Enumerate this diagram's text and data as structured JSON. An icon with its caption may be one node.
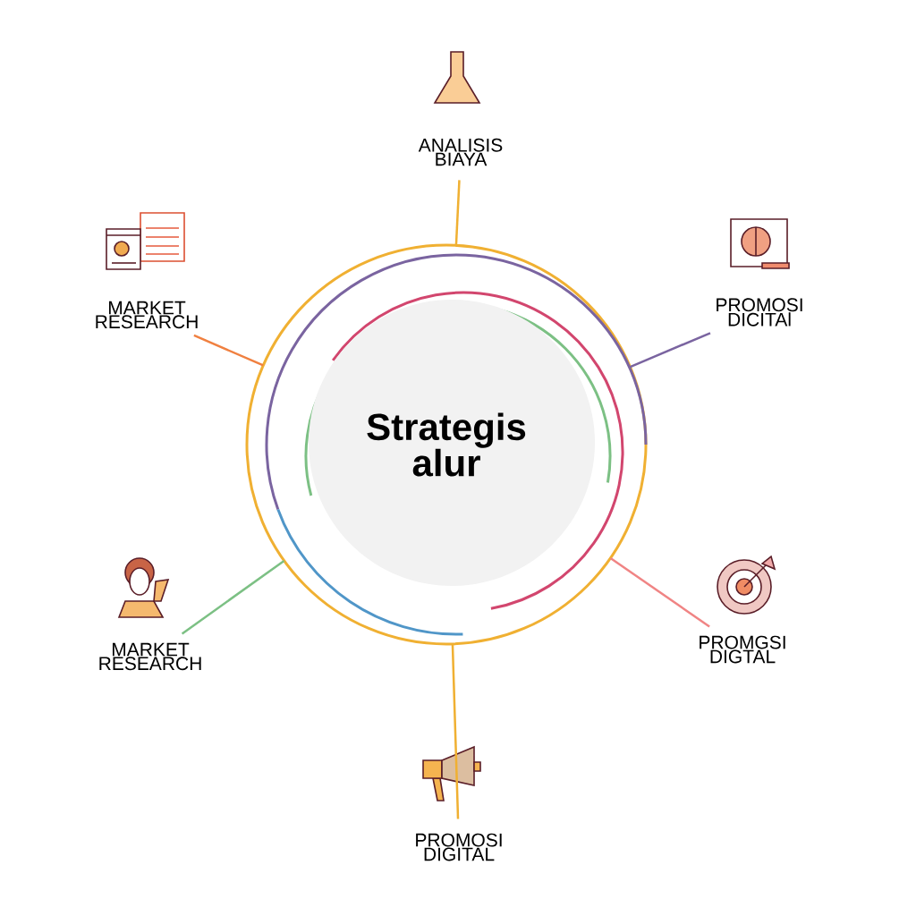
{
  "diagram": {
    "nodes": [
      {
        "text": [
          "Strategis alur"
        ]
      },
      {
        "text": [
          "ANALISIS BIAYA"
        ]
      },
      {
        "text": [
          "PROMOSI DICITAl"
        ]
      },
      {
        "text": [
          "PROMGSI DIGTAL"
        ]
      },
      {
        "text": [
          "PROMOSI DIGITAL"
        ]
      },
      {
        "text": [
          "MARKET RESEARCH"
        ]
      },
      {
        "text": [
          "MARKET RESEARCH"
        ]
      }
    ],
    "edges": [
      {
        "from": 0,
        "to": 1,
        "arrow": "none",
        "color": "#f0b032"
      },
      {
        "from": 0,
        "to": 2,
        "arrow": "none",
        "color": "#7a64a0"
      },
      {
        "from": 0,
        "to": 3,
        "arrow": "none",
        "color": "#f08484"
      },
      {
        "from": 0,
        "to": 4,
        "arrow": "none",
        "color": "#f0b032"
      },
      {
        "from": 0,
        "to": 5,
        "arrow": "none",
        "color": "#7cc084"
      },
      {
        "from": 0,
        "to": 6,
        "arrow": "none",
        "color": "#f08040"
      }
    ]
  }
}
